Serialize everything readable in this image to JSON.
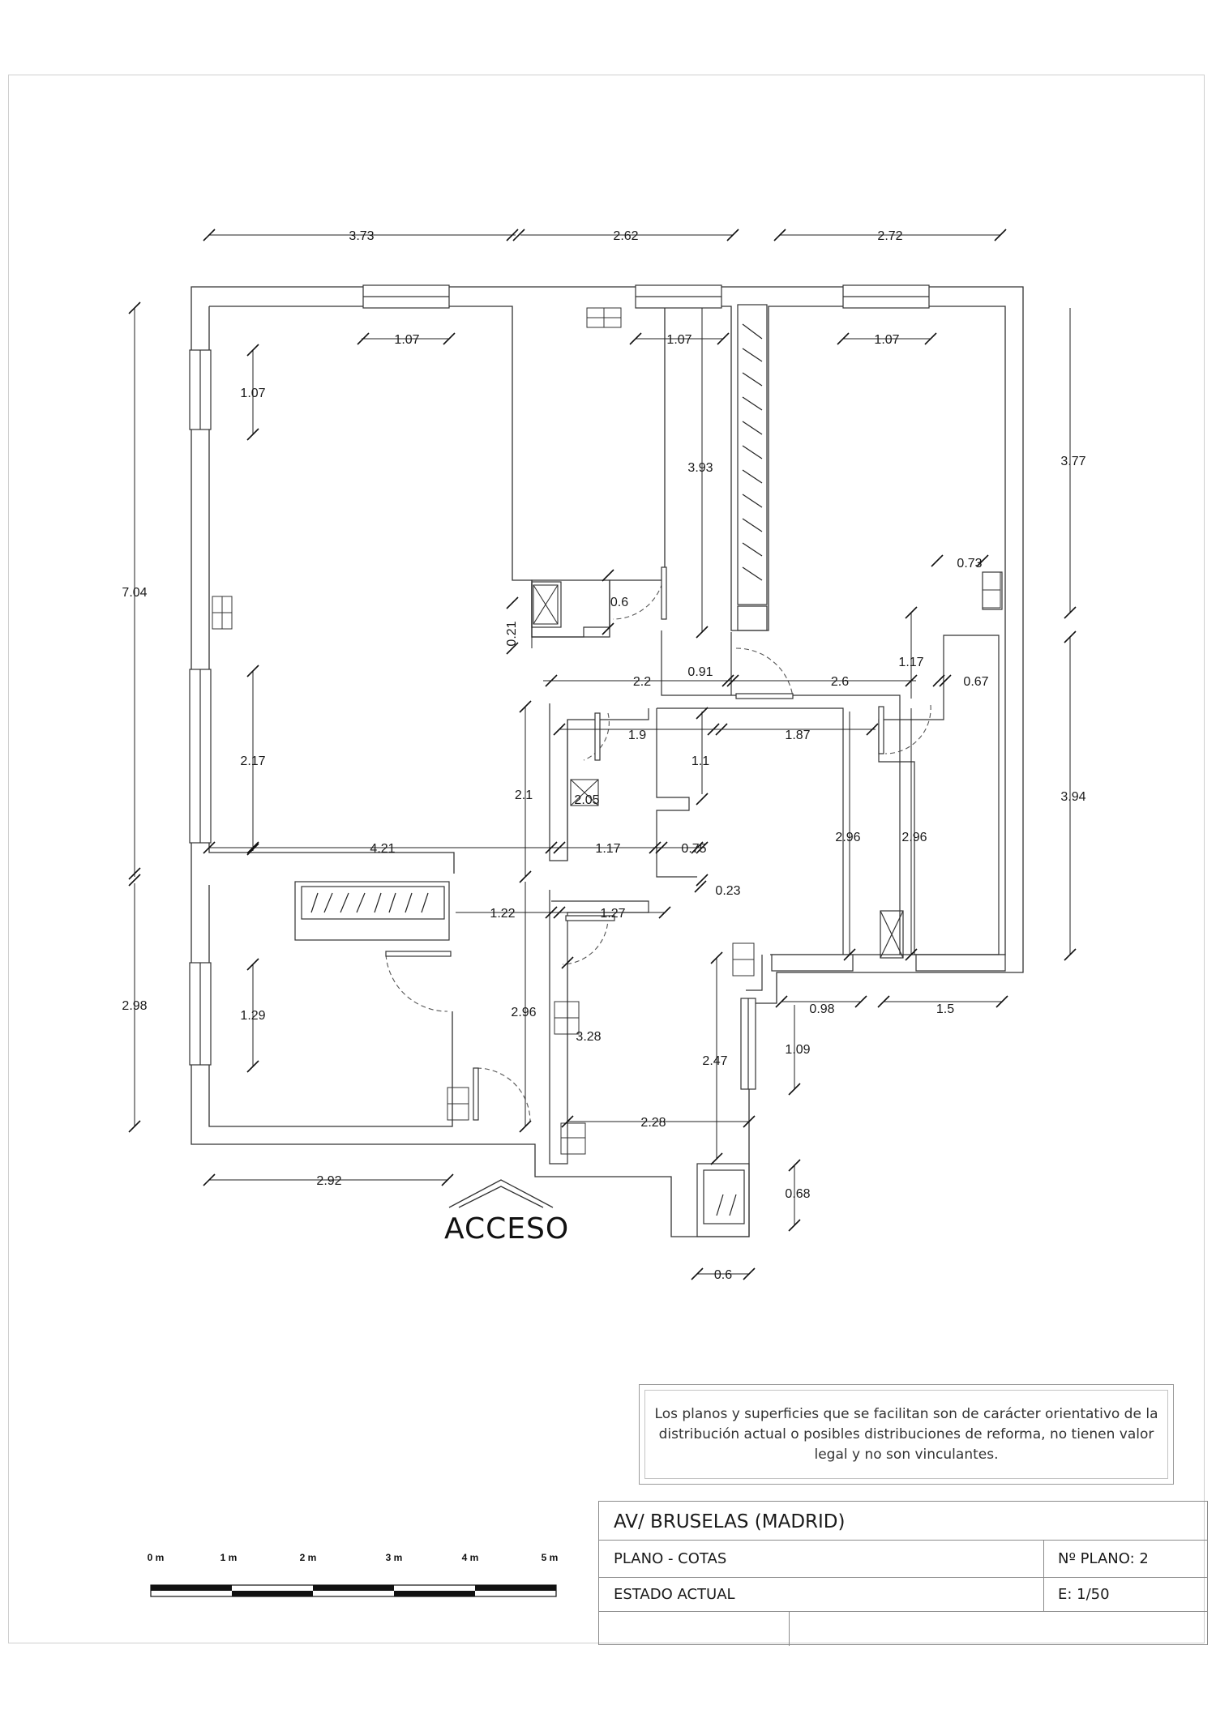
{
  "plan": {
    "access_label": "ACCESO",
    "dimensions": {
      "top_left": "3.73",
      "top_mid": "2.62",
      "top_right": "2.72",
      "win_1": "1.07",
      "win_2": "1.07",
      "win_3": "1.07",
      "left_total_upper": "7.04",
      "left_total_lower": "2.98",
      "left_win_1": "1.07",
      "left_win_2": "2.17",
      "left_win_3": "1.29",
      "right_upper": "3.77",
      "right_lower": "3.94",
      "d_393": "3.93",
      "d_073": "0.73",
      "d_117a": "1.17",
      "d_06a": "0.6",
      "d_021": "0.21",
      "d_22": "2.2",
      "d_091": "0.91",
      "d_26": "2.6",
      "d_067": "0.67",
      "d_19": "1.9",
      "d_187": "1.87",
      "d_11": "1.1",
      "d_205": "2.05",
      "d_21": "2.1",
      "d_421": "4.21",
      "d_117b": "1.17",
      "d_075": "0.75",
      "d_023": "0.23",
      "d_296a": "2.96",
      "d_296b": "2.96",
      "d_122": "1.22",
      "d_127": "1.27",
      "d_296c": "2.96",
      "d_328": "3.28",
      "d_247": "2.47",
      "d_109": "1.09",
      "d_098": "0.98",
      "d_15": "1.5",
      "d_228": "2.28",
      "d_068": "0.68",
      "d_06b": "0.6",
      "d_292": "2.92"
    }
  },
  "note": {
    "text": "Los planos y superficies que se facilitan son de carácter orientativo de la distribución actual o posibles distribuciones de reforma, no tienen valor legal y no son vinculantes."
  },
  "scale_bar": {
    "labels": [
      "0 m",
      "1 m",
      "2 m",
      "3 m",
      "4 m",
      "5 m"
    ]
  },
  "title_block": {
    "address": "AV/  BRUSELAS   (MADRID)",
    "plan_type": "PLANO   -  COTAS",
    "plan_number": "Nº PLANO:  2",
    "state": "ESTADO  ACTUAL",
    "scale": "E: 1/50"
  }
}
